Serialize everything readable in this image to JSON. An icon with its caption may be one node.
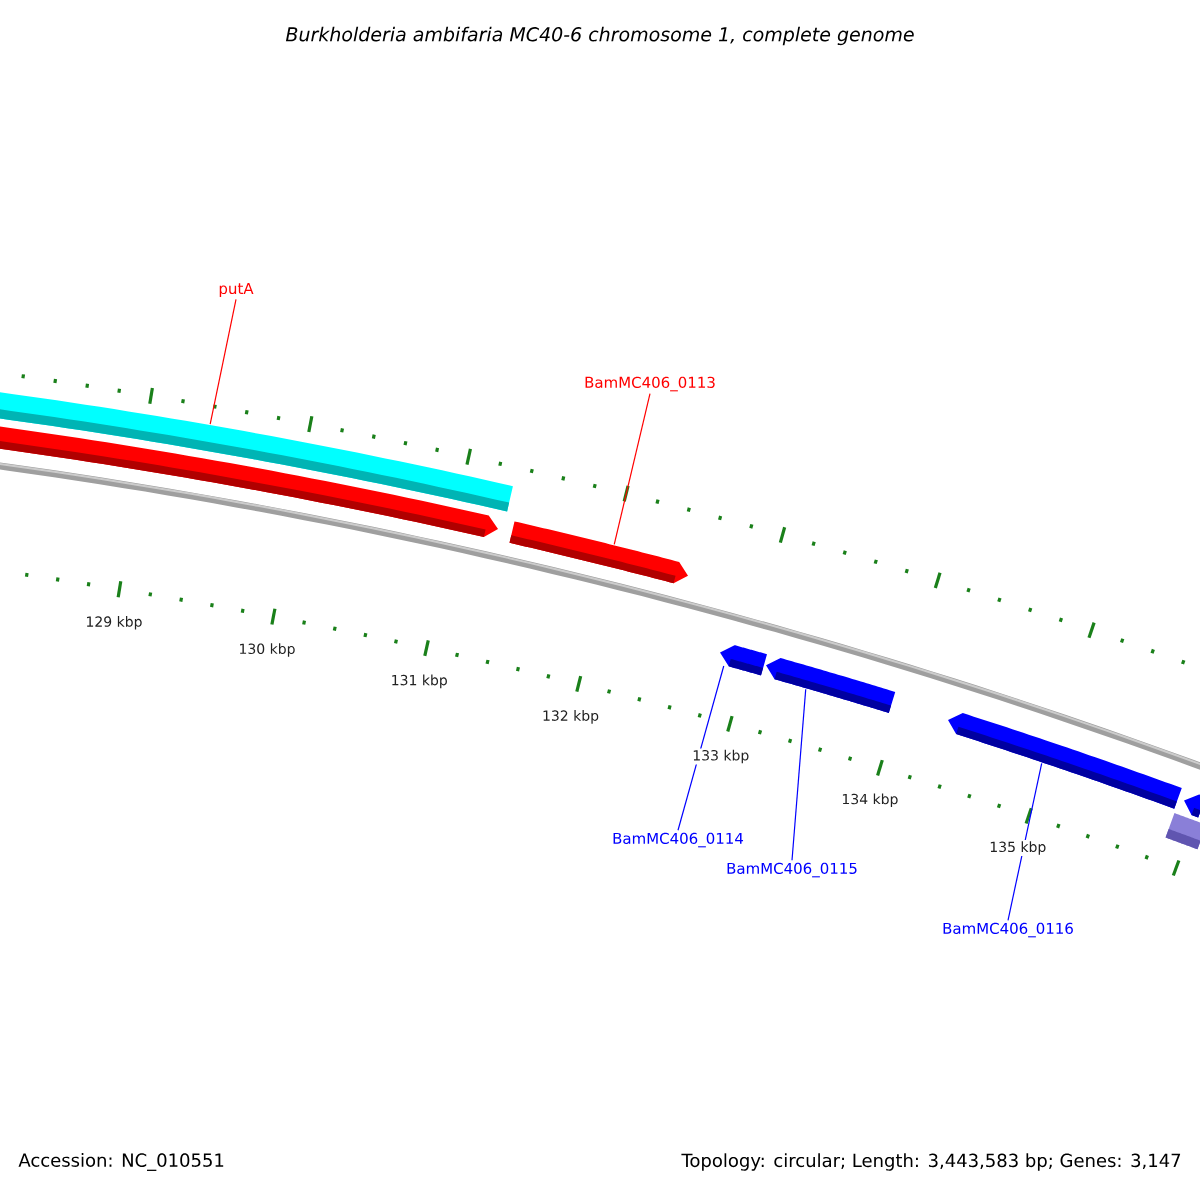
{
  "diagram": {
    "title": "Burkholderia ambifaria MC40-6 chromosome 1, complete genome",
    "nodes": [
      {
        "text": [
          "putA"
        ]
      },
      {
        "text": [],
        "shape": "bar"
      },
      {
        "text": [
          "BamMC406_0113"
        ]
      },
      {
        "text": [],
        "shape": "bar"
      },
      {
        "text": [
          "BamMC406_0114"
        ]
      },
      {
        "text": [],
        "shape": "bar"
      },
      {
        "text": [
          "BamMC406_0115"
        ]
      },
      {
        "text": [],
        "shape": "bar"
      },
      {
        "text": [
          "BamMC406_0116"
        ]
      },
      {
        "text": [],
        "shape": "bar"
      },
      {
        "text": [],
        "shape": "bar"
      },
      {
        "text": [],
        "shape": "bar"
      },
      {
        "text": [],
        "shape": "bar"
      }
    ],
    "edges": [
      {
        "from": 0,
        "to": 1,
        "arrow": "none",
        "color": "#ff0000"
      },
      {
        "from": 2,
        "to": 3,
        "arrow": "none",
        "color": "#ff0000"
      },
      {
        "from": 4,
        "to": 5,
        "arrow": "none"
      },
      {
        "from": 6,
        "to": 7,
        "arrow": "none"
      },
      {
        "from": 8,
        "to": 9,
        "arrow": "none"
      }
    ],
    "labels": [
      "129 kbp",
      "130 kbp",
      "131 kbp",
      "132 kbp",
      "133 kbp",
      "134 kbp",
      "135 kbp",
      "Accession: NC_010551",
      "Topology: circular; Length: 3,443,583 bp; Genes: 3,147"
    ]
  }
}
